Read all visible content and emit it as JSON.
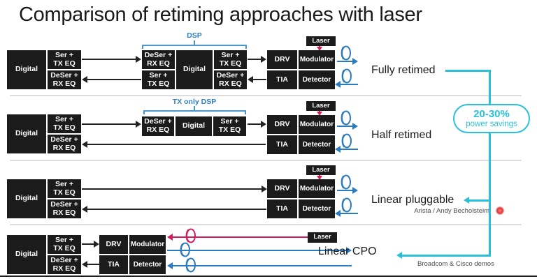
{
  "title": "Comparison of retiming approaches with laser",
  "boxes": {
    "digital": "Digital",
    "ser_tx": "Ser +\nTX EQ",
    "deser_rx": "DeSer +\nRX EQ",
    "drv": "DRV",
    "modulator": "Modulator",
    "tia": "TIA",
    "detector": "Detector",
    "laser": "Laser"
  },
  "dsp": {
    "full_label": "DSP",
    "tx_only_label": "TX only DSP"
  },
  "rows": [
    {
      "label": "Fully retimed"
    },
    {
      "label": "Half retimed"
    },
    {
      "label": "Linear pluggable",
      "credit": "Arista / Andy Becholsteim"
    },
    {
      "label": "Linear CPO",
      "credit": "Broadcom & Cisco demos"
    }
  ],
  "callout": {
    "value": "20-30%",
    "caption": "power savings"
  },
  "colors": {
    "box": "#1b1b1b",
    "signal": "#232323",
    "fiber_blue": "#2b7bc0",
    "laser_red": "#d41d5d",
    "dsp_blue": "#2f7fc1",
    "savings_cyan": "#2bc0d9"
  }
}
